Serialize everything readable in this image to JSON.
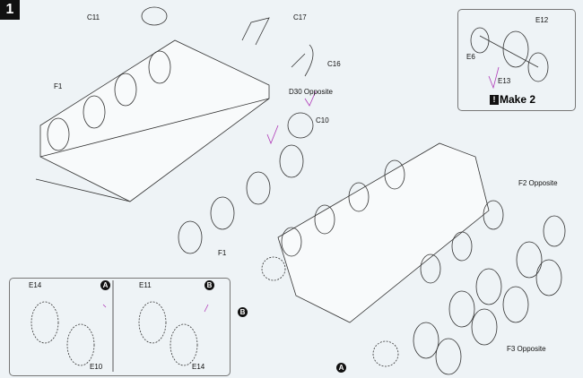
{
  "step_number": "1",
  "main_labels": {
    "c11": "C11",
    "c17": "C17",
    "c16": "C16",
    "d30": "D30 Opposite",
    "c10": "C10",
    "f1_top": "F1",
    "f1_bottom": "F1",
    "f2": "F2 Opposite",
    "f3": "F3 Opposite",
    "badge_b": "B",
    "badge_a": "A"
  },
  "inset_make2": {
    "e12": "E12",
    "e6": "E6",
    "e13": "E13",
    "note_icon": "!",
    "note": "Make 2"
  },
  "inset_a": {
    "badge": "A",
    "e14": "E14",
    "e10": "E10"
  },
  "inset_b": {
    "badge": "B",
    "e11": "E11",
    "e14": "E14"
  },
  "colors": {
    "background": "#eef3f6",
    "ink": "#111111",
    "check_mark": "#b03ab8"
  }
}
